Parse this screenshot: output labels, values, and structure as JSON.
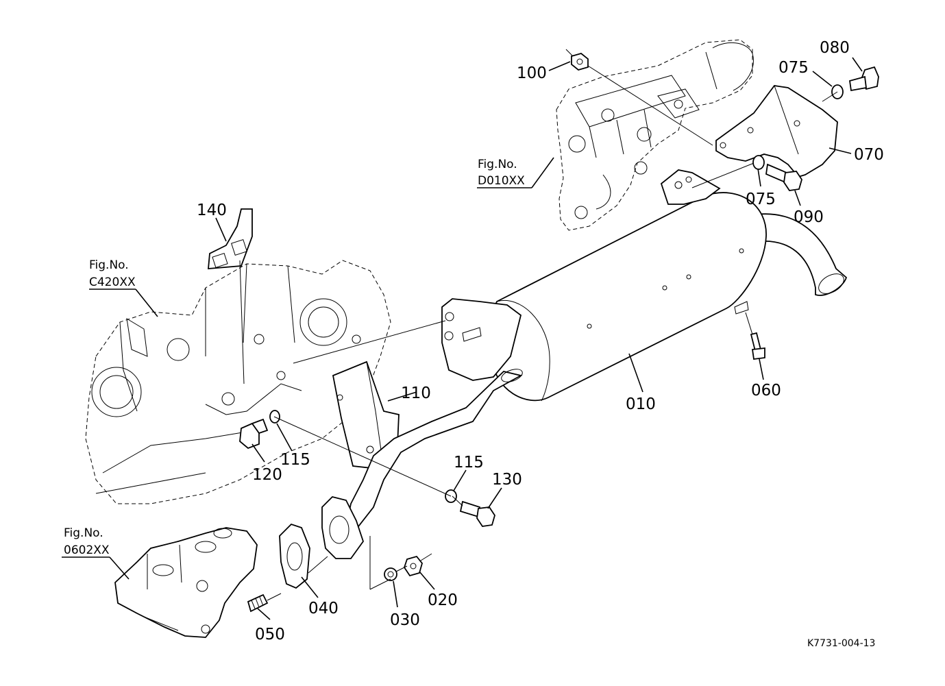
{
  "diagram": {
    "doc_code": "K7731-004-13",
    "fig_refs": [
      {
        "label": "Fig.No.",
        "code": "D010XX"
      },
      {
        "label": "Fig.No.",
        "code": "C420XX"
      },
      {
        "label": "Fig.No.",
        "code": "0602XX"
      }
    ],
    "callouts": [
      "100",
      "080",
      "075",
      "070",
      "075",
      "090",
      "140",
      "110",
      "115",
      "120",
      "010",
      "060",
      "115",
      "130",
      "040",
      "030",
      "020",
      "050"
    ]
  }
}
